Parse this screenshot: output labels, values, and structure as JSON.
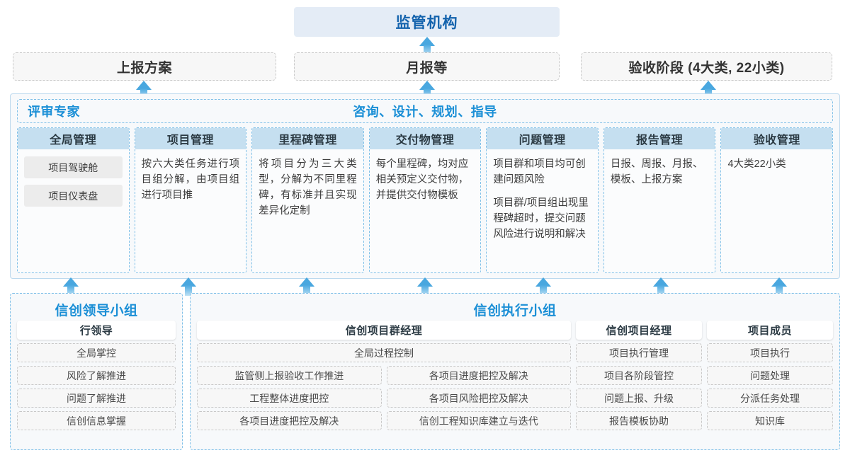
{
  "top": {
    "regulator_box": "监管机构",
    "dashed_boxes": [
      "上报方案",
      "月报等",
      "验收阶段 (4大类, 22小类)"
    ]
  },
  "middle": {
    "header_left": "评审专家",
    "header_center": "咨询、设计、规划、指导",
    "columns": [
      {
        "title": "全局管理",
        "chips": [
          "项目驾驶舱",
          "项目仪表盘"
        ],
        "paragraphs": []
      },
      {
        "title": "项目管理",
        "chips": [],
        "paragraphs": [
          "按六大类任务进行项目组分解，由项目组进行项目推"
        ]
      },
      {
        "title": "里程碑管理",
        "chips": [],
        "paragraphs": [
          "将项目分为三大类型，分解为不同里程碑，有标准并且实现差异化定制"
        ]
      },
      {
        "title": "交付物管理",
        "chips": [],
        "paragraphs": [
          "每个里程碑，均对应相关预定义交付物，并提供交付物模板"
        ]
      },
      {
        "title": "问题管理",
        "chips": [],
        "paragraphs": [
          "项目群和项目均可创建问题风险",
          "项目群/项目组出现里程碑超时，提交问题风险进行说明和解决"
        ]
      },
      {
        "title": "报告管理",
        "chips": [],
        "paragraphs": [
          "日报、周报、月报、模板、上报方案"
        ]
      },
      {
        "title": "验收管理",
        "chips": [],
        "paragraphs": [
          "4大类22小类"
        ]
      }
    ]
  },
  "bottom": {
    "leading_group": {
      "title": "信创领导小组",
      "role": "行领导",
      "items": [
        "全局掌控",
        "风险了解推进",
        "问题了解推进",
        "信创信息掌握"
      ]
    },
    "execution_group": {
      "title": "信创执行小组",
      "program_manager": {
        "role": "信创项目群经理",
        "full_width_item": "全局过程控制",
        "left_items": [
          "监管侧上报验收工作推进",
          "工程整体进度把控",
          "各项目进度把控及解决"
        ],
        "right_items": [
          "各项目进度把控及解决",
          "各项目风险把控及解决",
          "信创工程知识库建立与迭代"
        ]
      },
      "project_manager": {
        "role": "信创项目经理",
        "items": [
          "项目执行管理",
          "项目各阶段管控",
          "问题上报、升级",
          "报告模板协助"
        ]
      },
      "project_member": {
        "role": "项目成员",
        "items": [
          "项目执行",
          "问题处理",
          "分派任务处理",
          "知识库"
        ]
      }
    }
  },
  "arrows": {
    "to_regulator": "arrow-up-icon",
    "to_dashed_boxes": [
      "arrow-up-icon",
      "arrow-up-icon",
      "arrow-up-icon"
    ],
    "to_columns": [
      "arrow-up-icon",
      "arrow-up-icon",
      "arrow-up-icon",
      "arrow-up-icon",
      "arrow-up-icon",
      "arrow-up-icon",
      "arrow-up-icon"
    ]
  },
  "colors": {
    "brand_blue": "#1b8fd6",
    "deep_blue": "#1463ad",
    "header_fill": "#c5dff0",
    "top_box_fill": "#e4ecf6",
    "arrow_blue": "#49a7df",
    "dashed_border": "#7fc0e8",
    "chip_fill": "#ececec"
  }
}
